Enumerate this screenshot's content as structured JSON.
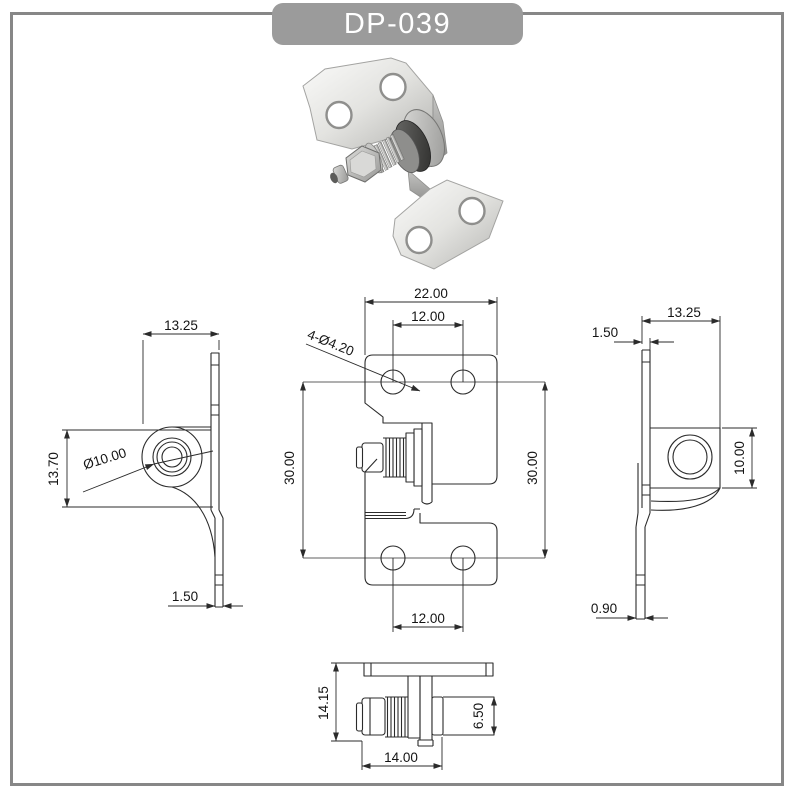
{
  "badge": {
    "title": "DP-039"
  },
  "colors": {
    "frame": "#878787",
    "badge_bg": "#9b9b9b",
    "badge_text": "#ffffff",
    "drawing_line": "#2b2b2b",
    "background": "#ffffff"
  },
  "views": {
    "side_left": {
      "dims": {
        "width": "13.25",
        "boss_height": "13.70",
        "bore": "Ø10.00",
        "thickness": "1.50"
      }
    },
    "front": {
      "dims": {
        "overall_width": "22.00",
        "hole_pitch_top": "12.00",
        "holes_note": "4-Ø4.20",
        "height_left": "30.00",
        "height_right": "30.00",
        "hole_pitch_bottom": "12.00"
      }
    },
    "side_right": {
      "dims": {
        "width": "13.25",
        "thickness_top": "1.50",
        "boss_height": "10.00",
        "thickness_bottom": "0.90"
      }
    },
    "bottom": {
      "dims": {
        "overall_height": "14.15",
        "shaft_height": "6.50",
        "assembly_width": "14.00"
      }
    }
  }
}
